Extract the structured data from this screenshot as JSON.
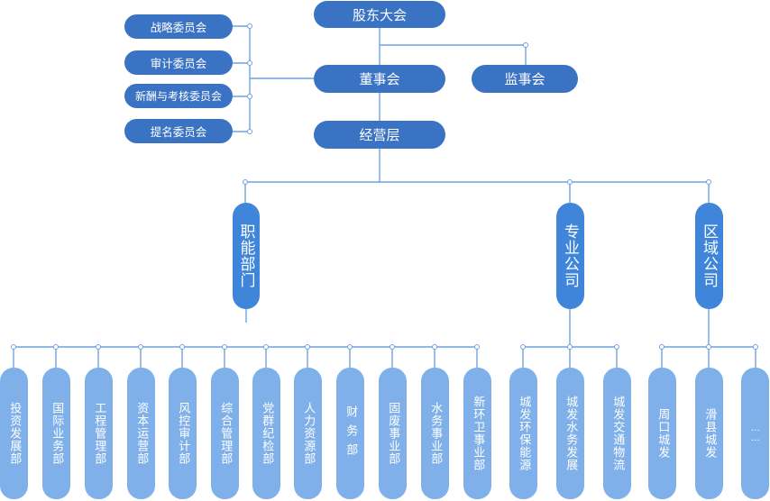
{
  "top": {
    "shareholders": "股东大会",
    "board": "董事会",
    "supervisors": "监事会",
    "management": "经营层"
  },
  "committees": [
    "战略委员会",
    "审计委员会",
    "新酬与考核委员会",
    "提名委员会"
  ],
  "groups": {
    "functional": "职能部门",
    "professional": "专业公司",
    "regional": "区域公司"
  },
  "functional_departments": [
    "投资发展部",
    "国际业务部",
    "工程管理部",
    "资本运营部",
    "风控审计部",
    "综合管理部",
    "党群纪检部",
    "人力资源部",
    "财务部",
    "固废事业部",
    "水务事业部",
    "新环卫事业部"
  ],
  "professional_companies": [
    "城发环保能源",
    "城发水务发展",
    "城发交通物流"
  ],
  "regional_companies": [
    "周口城发",
    "滑县城发",
    "……"
  ],
  "colors": {
    "dark_blue": "#3a72c4",
    "mid_blue": "#3f86db",
    "light_blue": "#7fb0ea",
    "line_blue": "#6ea2df"
  }
}
